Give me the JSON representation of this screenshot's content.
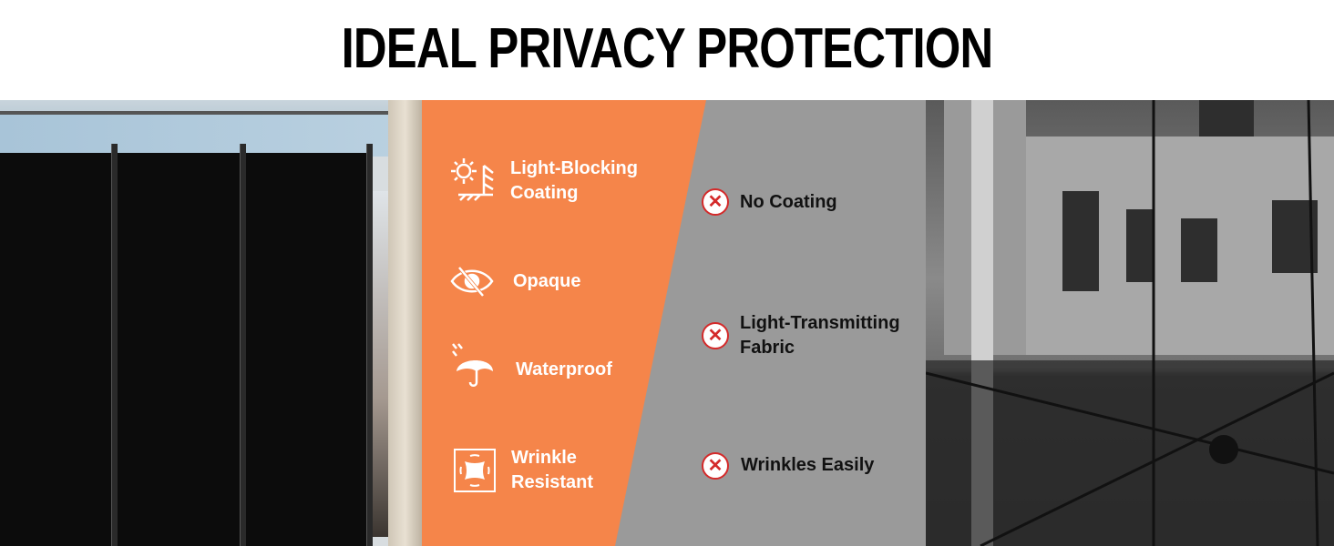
{
  "title": "IDEAL PRIVACY PROTECTION",
  "features": [
    {
      "icon": "sun-wall-icon",
      "label_lines": [
        "Light-Blocking",
        "Coating"
      ]
    },
    {
      "icon": "eye-off-icon",
      "label_lines": [
        "Opaque"
      ]
    },
    {
      "icon": "umbrella-icon",
      "label_lines": [
        "Waterproof"
      ]
    },
    {
      "icon": "wrinkle-resistant-icon",
      "label_lines": [
        "Wrinkle",
        "Resistant"
      ]
    }
  ],
  "drawbacks": [
    {
      "icon": "x-circle-icon",
      "label_lines": [
        "No Coating"
      ]
    },
    {
      "icon": "x-circle-icon",
      "label_lines": [
        "Light-Transmitting",
        "Fabric"
      ]
    },
    {
      "icon": "x-circle-icon",
      "label_lines": [
        "Wrinkles Easily"
      ]
    }
  ],
  "colors": {
    "orange": "#f5854a",
    "gray": "#9a9a9a",
    "x_red": "#d42a2a"
  }
}
